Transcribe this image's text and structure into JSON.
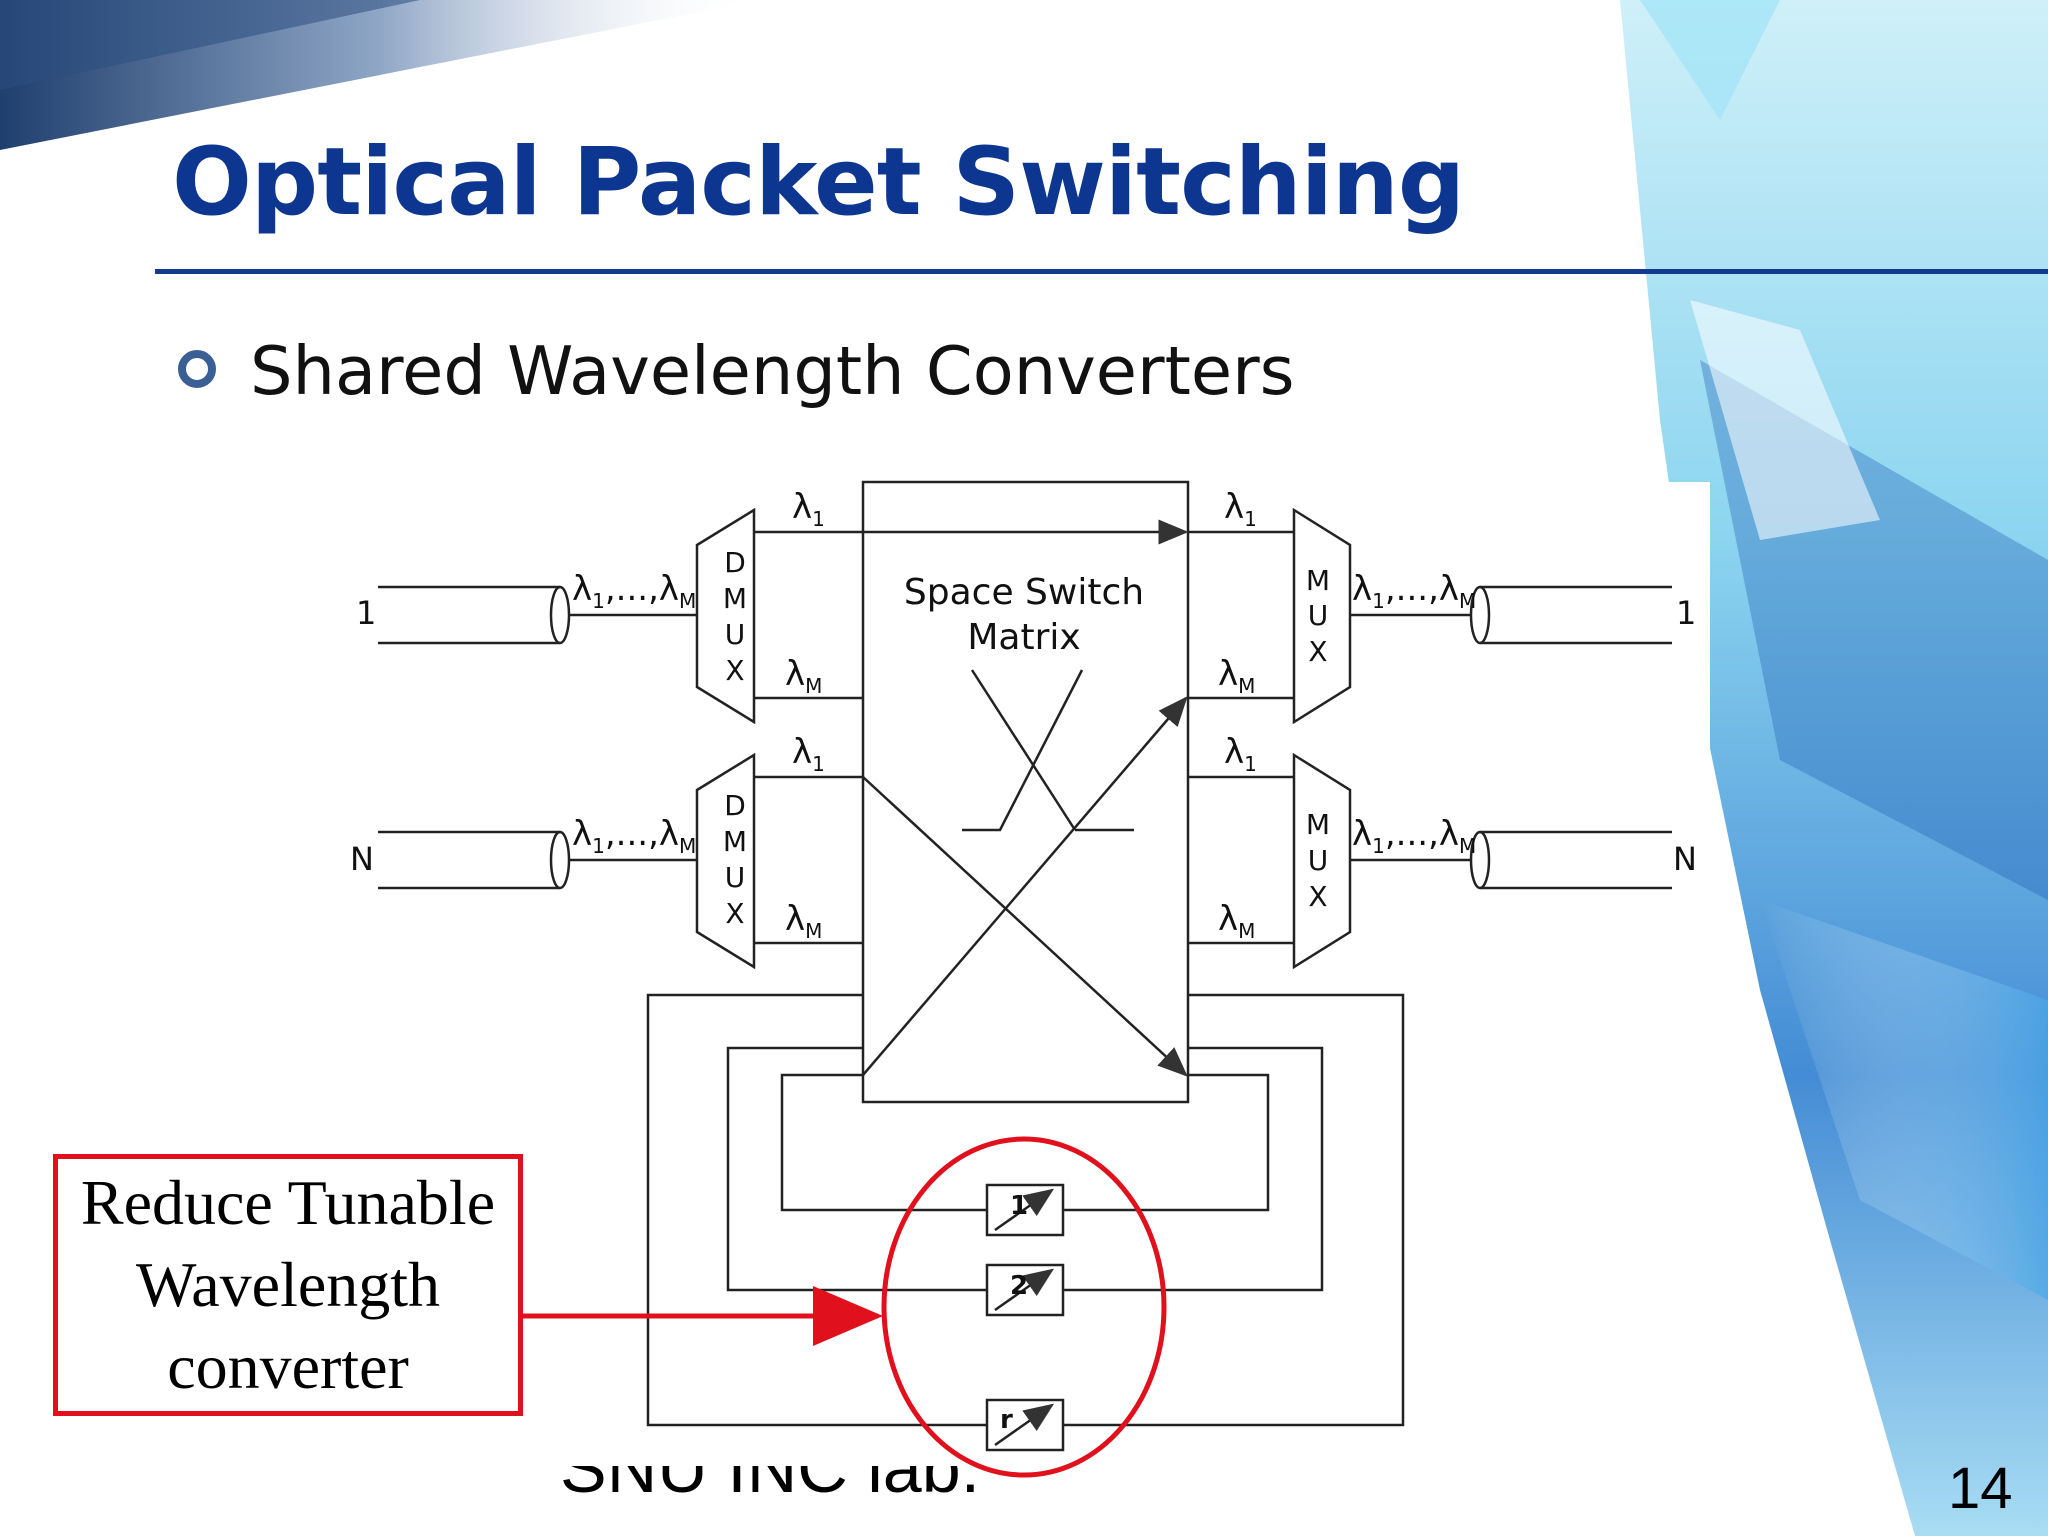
{
  "slide": {
    "title": "Optical Packet Switching",
    "bullet": "Shared Wavelength Converters",
    "footer": "SNU INC lab.",
    "page_number": "14"
  },
  "diagram": {
    "matrix_label_line1": "Space Switch",
    "matrix_label_line2": "Matrix",
    "input_top": "1",
    "input_bottom": "N",
    "output_top": "1",
    "output_bottom": "N",
    "demux_letters": [
      "D",
      "M",
      "U",
      "X"
    ],
    "mux_letters": [
      "M",
      "U",
      "X"
    ],
    "fiber_lambda": "λ",
    "fiber_sub_first": "1",
    "fiber_sep": ",...,",
    "fiber_sub_last": "M",
    "lambda": "λ",
    "sub_first": "1",
    "sub_last": "M",
    "converters": [
      "1",
      "2",
      "r"
    ]
  },
  "callout": {
    "text": "Reduce Tunable\nWavelength\nconverter"
  },
  "colors": {
    "title": "#0d3690",
    "rule": "#123a8f",
    "callout_red": "#e0101c",
    "bullet": "#3a5f95"
  }
}
